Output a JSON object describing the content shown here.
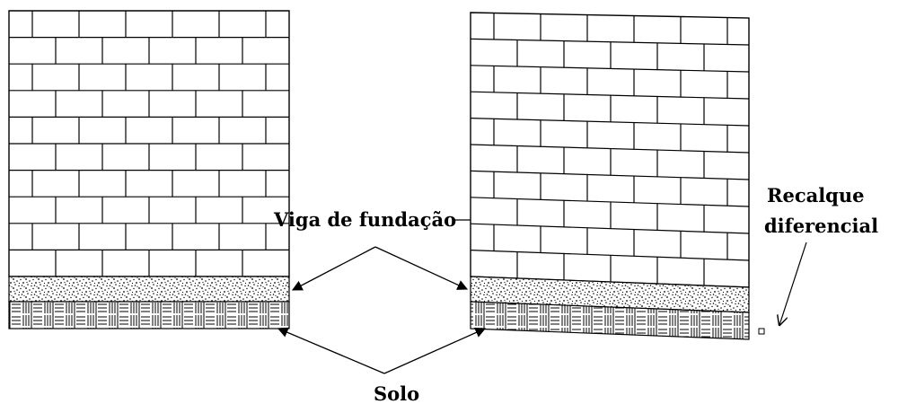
{
  "labels": {
    "beam": "Viga de fundação",
    "soil": "Solo",
    "settlement_line1": "Recalque",
    "settlement_line2": "diferencial"
  },
  "colors": {
    "ink": "#000000",
    "background": "#ffffff"
  }
}
